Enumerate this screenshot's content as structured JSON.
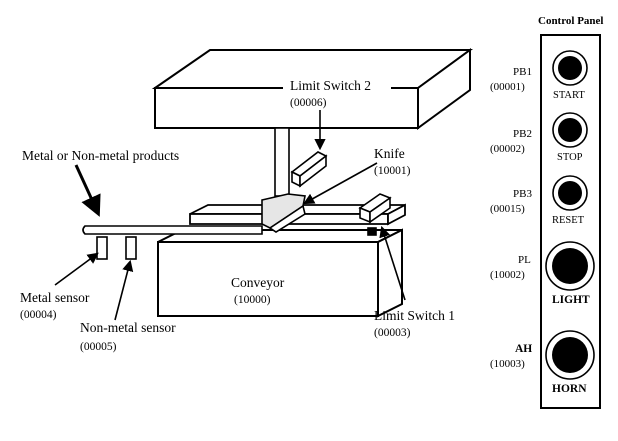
{
  "diagram": {
    "products_label": "Metal or Non-metal products",
    "limit_switch_2": {
      "name": "Limit Switch 2",
      "addr": "(00006)"
    },
    "knife": {
      "name": "Knife",
      "addr": "(10001)"
    },
    "conveyor": {
      "name": "Conveyor",
      "addr": "(10000)"
    },
    "limit_switch_1": {
      "name": "Limit Switch 1",
      "addr": "(00003)"
    },
    "metal_sensor": {
      "name": "Metal sensor",
      "addr": "(00004)"
    },
    "nonmetal_sensor": {
      "name": "Non-metal sensor",
      "addr": "(00005)"
    }
  },
  "control_panel": {
    "title": "Control Panel",
    "items": [
      {
        "tag": "PB1",
        "addr": "(00001)",
        "label": "START"
      },
      {
        "tag": "PB2",
        "addr": "(00002)",
        "label": "STOP"
      },
      {
        "tag": "PB3",
        "addr": "(00015)",
        "label": "RESET"
      },
      {
        "tag": "PL",
        "addr": "(10002)",
        "label": "LIGHT"
      },
      {
        "tag": "AH",
        "addr": "(10003)",
        "label": "HORN"
      }
    ]
  }
}
